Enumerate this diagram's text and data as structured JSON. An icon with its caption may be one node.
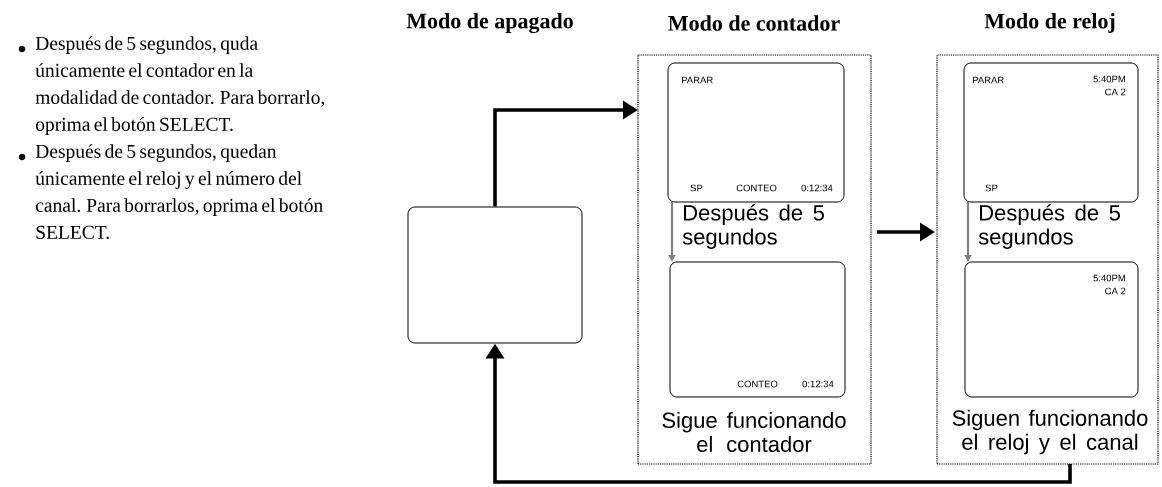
{
  "diagram": {
    "nodes": [
      {
        "text": [],
        "shape": "box"
      },
      {
        "text": [
          "Modo de contador",
          "Sigue funcionando el contador"
        ]
      },
      {
        "text": [
          "PARAR",
          "SP",
          "CONTEO",
          "0:12:34"
        ],
        "in": 1
      },
      {
        "text": [
          "CONTEO",
          "0:12:34"
        ],
        "in": 1
      },
      {
        "text": [
          "Modo de reloj",
          "Siguen funcionando el reloj y el canal"
        ]
      },
      {
        "text": [
          "PARAR",
          "5:40PM",
          "CA 2",
          "SP"
        ],
        "in": 4
      },
      {
        "text": [
          "5:40PM",
          "CA 2"
        ],
        "in": 4
      }
    ],
    "edges": [
      {
        "from": 0,
        "to": 1,
        "arrow": "to"
      },
      {
        "from": 2,
        "to": 3,
        "arrow": "to",
        "label": "Después de 5 segundos",
        "color": "#808080"
      },
      {
        "from": 1,
        "to": 4,
        "arrow": "to"
      },
      {
        "from": 5,
        "to": 6,
        "arrow": "to",
        "label": "Después de 5 segundos",
        "color": "#808080"
      },
      {
        "from": 4,
        "to": 0,
        "arrow": "to"
      }
    ],
    "labels": [
      "Modo de apagado",
      "Después de 5 segundos, quda únicamente el contador en la modalidad de contador. Para borrarlo, oprima el botón SELECT.",
      "Después de 5 segundos, quedan únicamente el reloj y el número del canal. Para borrarlos, oprima el botón SELECT."
    ]
  }
}
